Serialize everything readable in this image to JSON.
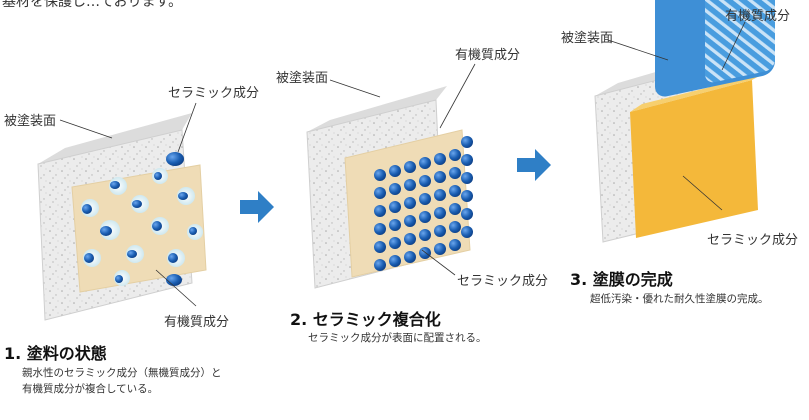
{
  "header_fragment": "基材を保護し…ております。",
  "steps": [
    {
      "title": "1. 塗料の状態",
      "desc_line1": "親水性のセラミック成分（無機質成分）と",
      "desc_line2": "有機質成分が複合している。",
      "labels": {
        "substrate": "被塗装面",
        "ceramic": "セラミック成分",
        "organic": "有機質成分"
      }
    },
    {
      "title": "2. セラミック複合化",
      "desc_line1": "セラミック成分が表面に配置される。",
      "labels": {
        "substrate": "被塗装面",
        "organic": "有機質成分",
        "ceramic": "セラミック成分"
      }
    },
    {
      "title": "3. 塗膜の完成",
      "desc_line1": "超低汚染・優れた耐久性塗膜の完成。",
      "labels": {
        "substrate": "被塗装面",
        "organic": "有機質成分",
        "ceramic": "セラミック成分"
      }
    }
  ],
  "colors": {
    "ceramic_blue": "#1f66b8",
    "organic_beige": "#efdcb6",
    "arrow_blue": "#2f7fc6",
    "substrate_gray": "#e8e8e8"
  }
}
